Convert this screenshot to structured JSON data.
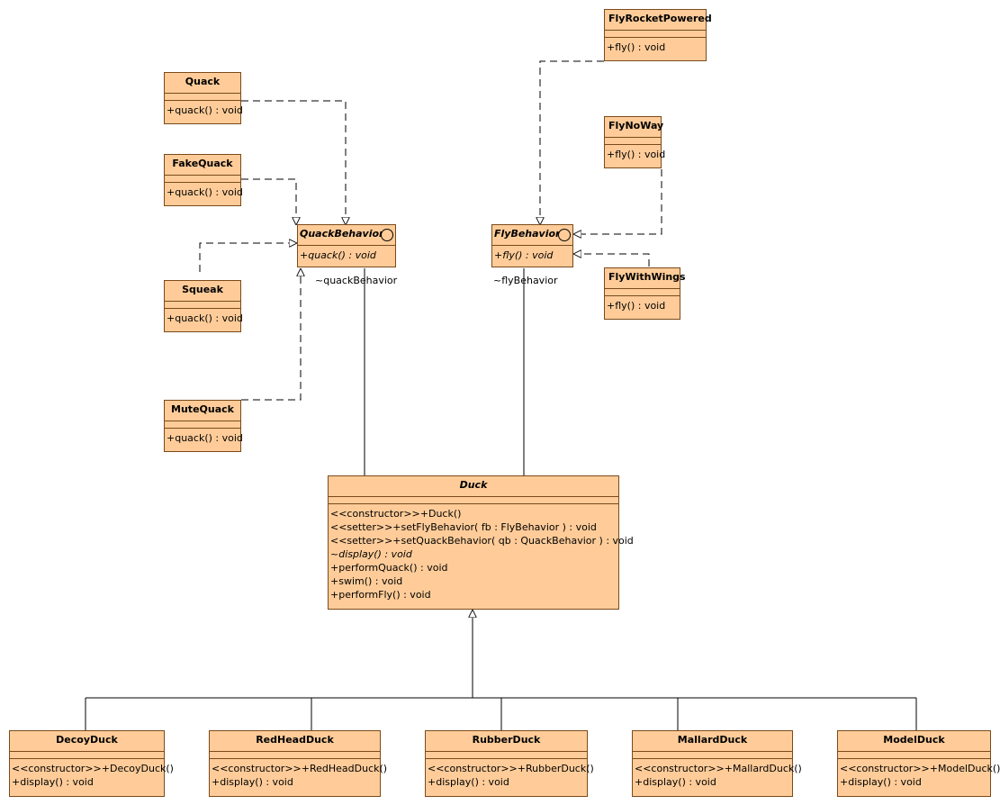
{
  "classes": {
    "quack": {
      "name": "Quack",
      "ops": [
        "+quack() : void"
      ]
    },
    "fakequack": {
      "name": "FakeQuack",
      "ops": [
        "+quack() : void"
      ]
    },
    "squeak": {
      "name": "Squeak",
      "ops": [
        "+quack() : void"
      ]
    },
    "mutequack": {
      "name": "MuteQuack",
      "ops": [
        "+quack() : void"
      ]
    },
    "quackbehavior": {
      "name": "QuackBehavior",
      "ops": [
        "+quack() : void"
      ]
    },
    "flybehavior": {
      "name": "FlyBehavior",
      "ops": [
        "+fly() : void"
      ]
    },
    "flyrocketpowered": {
      "name": "FlyRocketPowered",
      "ops": [
        "+fly() : void"
      ]
    },
    "flynoway": {
      "name": "FlyNoWay",
      "ops": [
        "+fly() : void"
      ]
    },
    "flywithwings": {
      "name": "FlyWithWings",
      "ops": [
        "+fly() : void"
      ]
    },
    "duck": {
      "name": "Duck",
      "ops": [
        "<<constructor>>+Duck()",
        "<<setter>>+setFlyBehavior( fb : FlyBehavior ) : void",
        "<<setter>>+setQuackBehavior( qb : QuackBehavior ) : void",
        "~display() : void",
        "+performQuack() : void",
        "+swim() : void",
        "+performFly() : void"
      ]
    },
    "decoyduck": {
      "name": "DecoyDuck",
      "ops": [
        "<<constructor>>+DecoyDuck()",
        "+display() : void"
      ]
    },
    "redheadduck": {
      "name": "RedHeadDuck",
      "ops": [
        "<<constructor>>+RedHeadDuck()",
        "+display() : void"
      ]
    },
    "rubberduck": {
      "name": "RubberDuck",
      "ops": [
        "<<constructor>>+RubberDuck()",
        "+display() : void"
      ]
    },
    "mallardduck": {
      "name": "MallardDuck",
      "ops": [
        "<<constructor>>+MallardDuck()",
        "+display() : void"
      ]
    },
    "modelduck": {
      "name": "ModelDuck",
      "ops": [
        "<<constructor>>+ModelDuck()",
        "+display() : void"
      ]
    }
  },
  "roles": {
    "quack_role": "~quackBehavior",
    "fly_role": "~flyBehavior"
  },
  "colors": {
    "fill": "#ffcc99",
    "border": "#7a4a1a",
    "line": "#000000"
  }
}
